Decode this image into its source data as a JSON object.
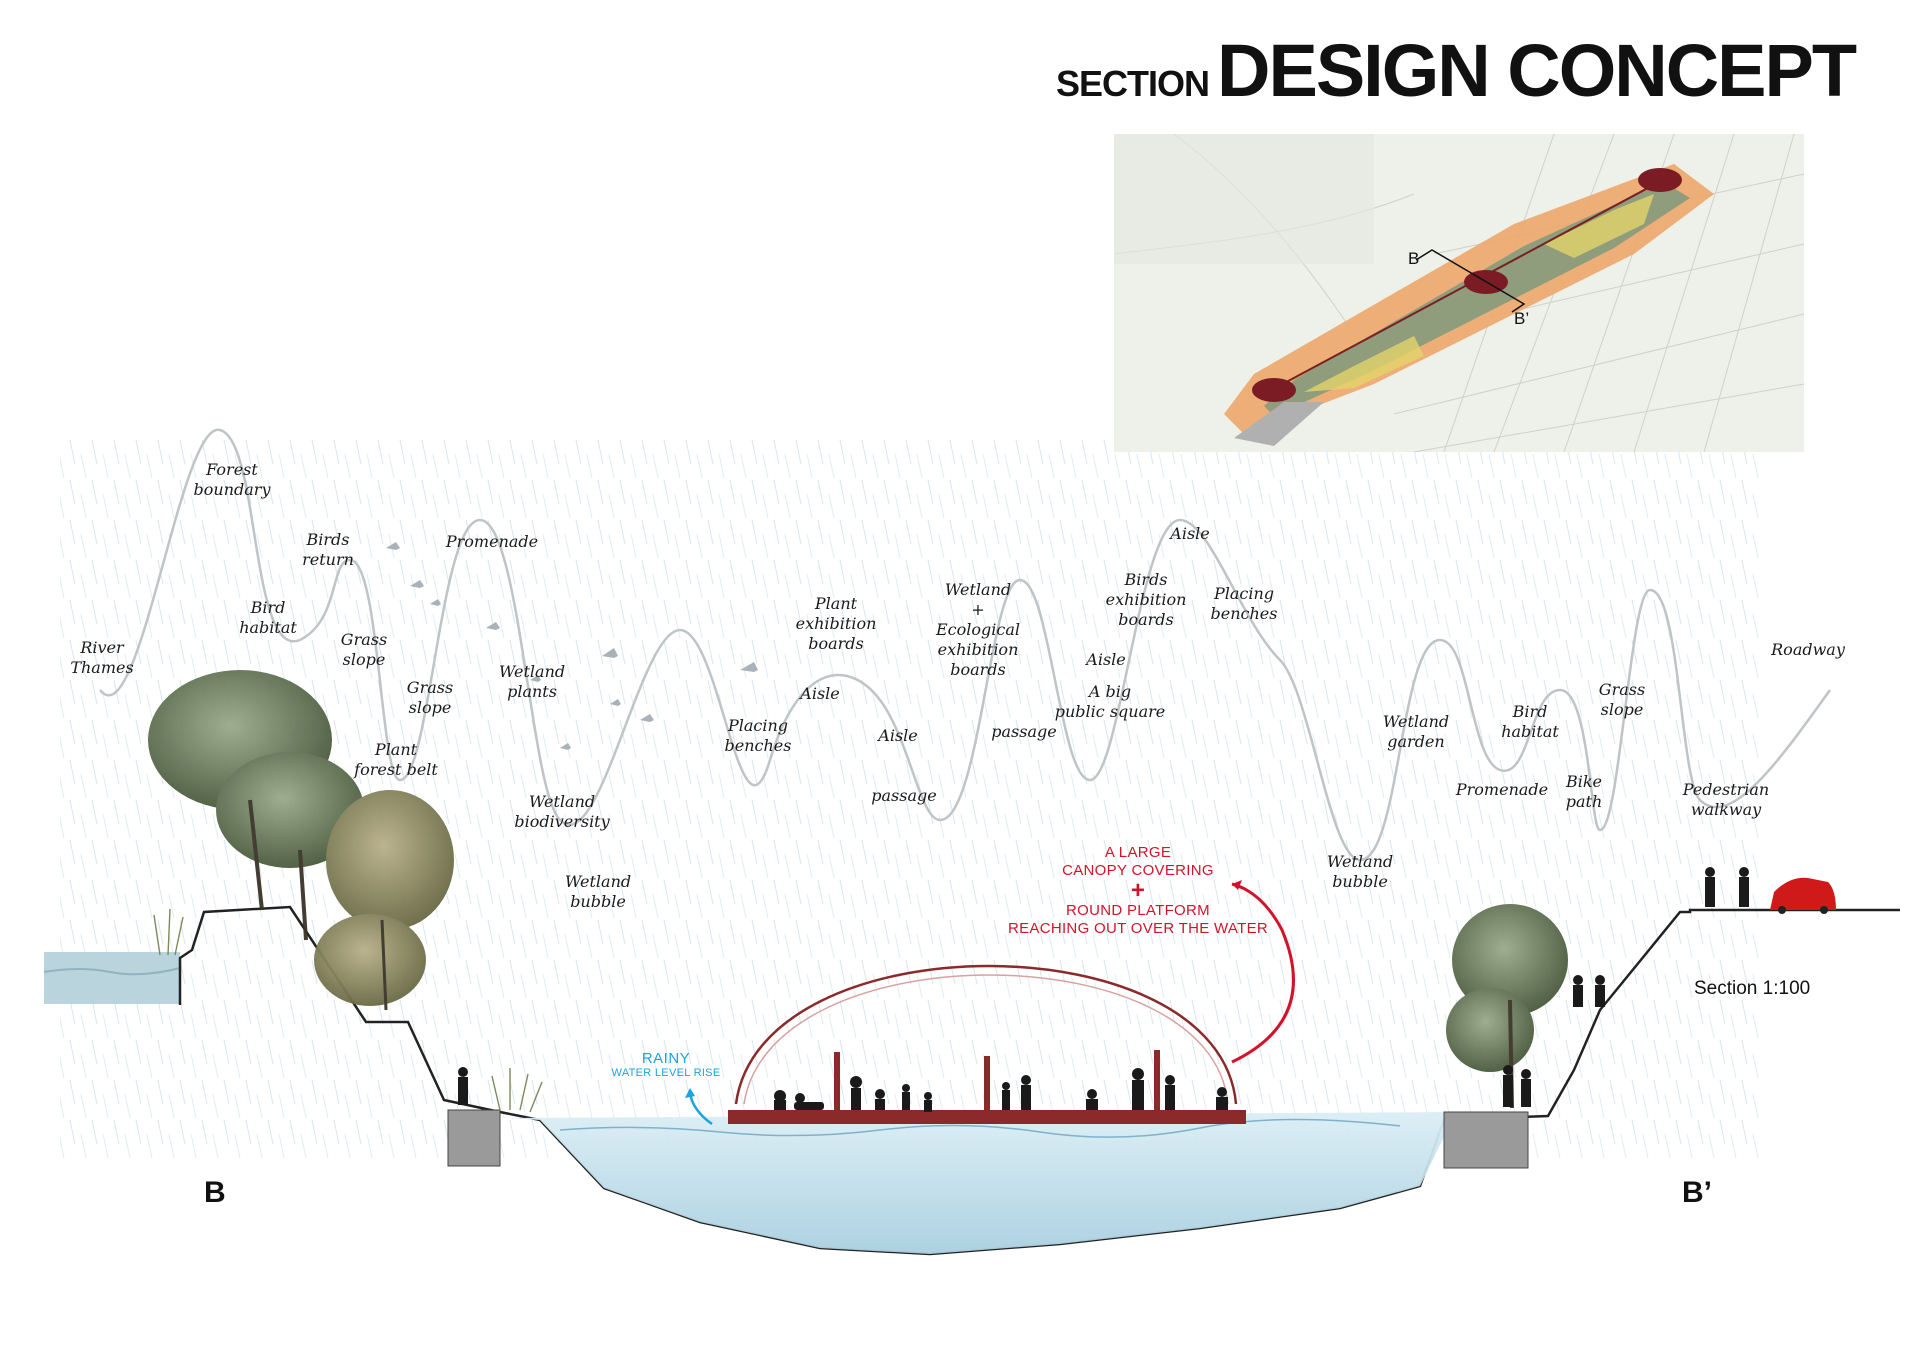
{
  "title": {
    "small": "SECTION",
    "big": "DESIGN CONCEPT"
  },
  "map": {
    "section_start": "B",
    "section_end": "B’"
  },
  "section_labels": {
    "left": "B",
    "right": "B’",
    "scale": "Section 1:100"
  },
  "annotations": [
    "River\nThames",
    "Forest\nboundary",
    "Bird\nhabitat",
    "Birds\nreturn",
    "Grass\nslope",
    "Promenade",
    "Grass\nslope",
    "Plant\nforest belt",
    "Wetland\nplants",
    "Wetland\nbiodiversity",
    "Wetland\nbubble",
    "Placing\nbenches",
    "Plant\nexhibition\nboards",
    "Aisle",
    "Aisle",
    "passage",
    "Wetland\n+\nEcological\nexhibition\nboards",
    "passage",
    "Birds\nexhibition\nboards",
    "Aisle",
    "A big\npublic square",
    "Aisle",
    "Placing\nbenches",
    "Wetland\nbubble",
    "Wetland\ngarden",
    "Promenade",
    "Bird\nhabitat",
    "Bike\npath",
    "Grass\nslope",
    "Pedestrian\nwalkway",
    "Roadway"
  ],
  "canopy_note": {
    "line1": "A LARGE",
    "line2": "CANOPY COVERING",
    "plus": "+",
    "line3": "ROUND PLATFORM",
    "line4": "REACHING OUT OVER THE WATER"
  },
  "rain_note": {
    "line1": "RAINY",
    "line2": "WATER LEVEL RISE"
  },
  "colors": {
    "canopy_red": "#d2142b",
    "rain_blue": "#1aa3e0",
    "platform": "#8a2a2a",
    "water": "#cfe6f0",
    "wave_line": "#bfc4c7"
  }
}
